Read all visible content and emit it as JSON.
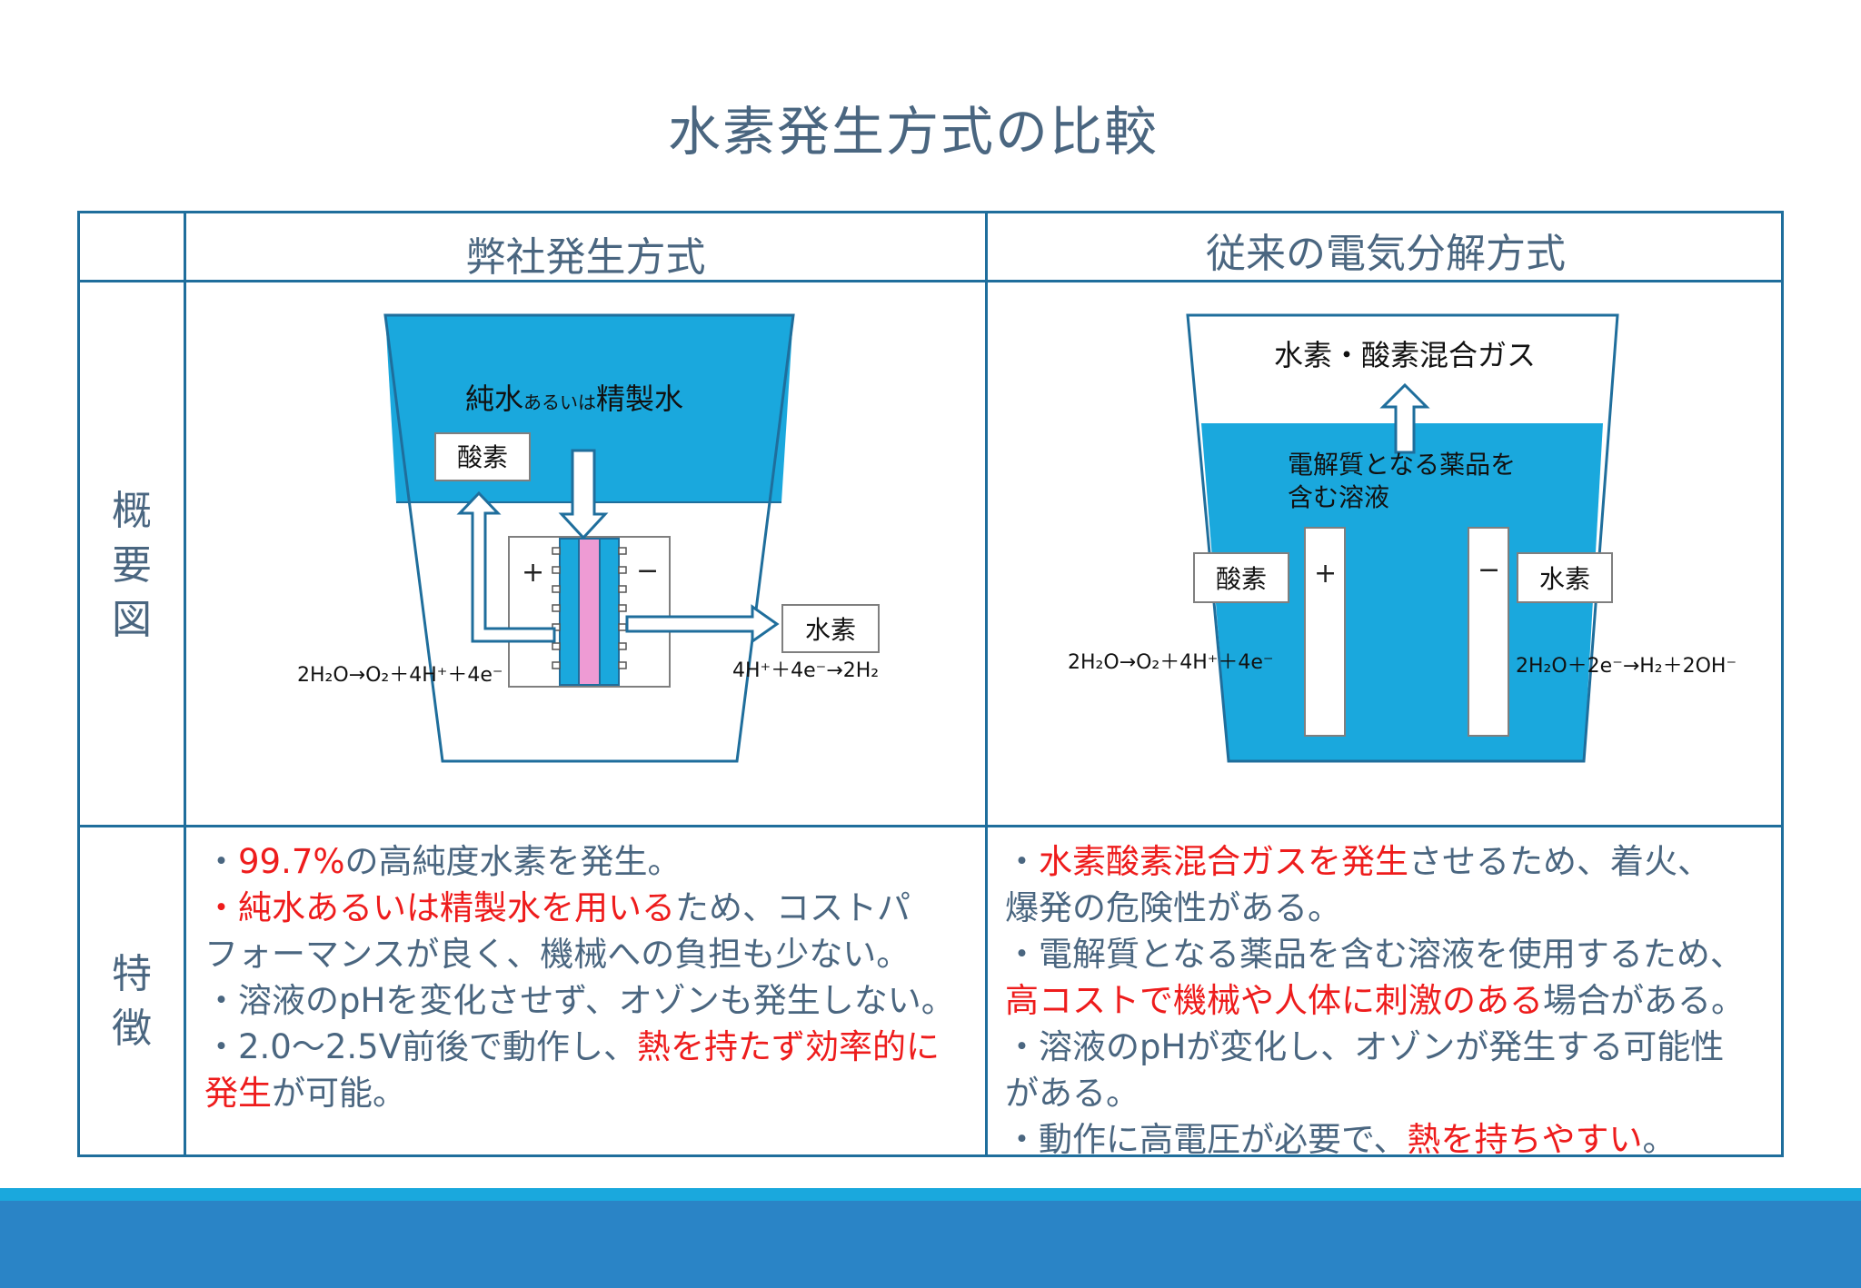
{
  "title": "水素発生方式の比較",
  "table": {
    "col_our": "弊社発生方式",
    "col_conventional": "従来の電気分解方式",
    "row_diagram": "概要図",
    "row_features": "特徴"
  },
  "diagram_left": {
    "water_label_a": "純水",
    "water_label_b": "あるいは",
    "water_label_c": "精製水",
    "oxygen": "酸素",
    "hydrogen": "水素",
    "plus": "+",
    "minus": "−",
    "eq_left": "2H₂O→O₂＋4H⁺＋4e⁻",
    "eq_right": "4H⁺＋4e⁻→2H₂"
  },
  "diagram_right": {
    "gas": "水素・酸素混合ガス",
    "solution_1": "電解質となる薬品を",
    "solution_2": "含む溶液",
    "oxygen": "酸素",
    "hydrogen": "水素",
    "plus": "+",
    "minus": "−",
    "eq_left": "2H₂O→O₂＋4H⁺＋4e⁻",
    "eq_right": "2H₂O＋2e⁻→H₂＋2OH⁻"
  },
  "features_left": {
    "l1a": "・",
    "l1b": "99.7%",
    "l1c": "の高純度水素を発生。",
    "l2a": "・純水あるいは精製水を用いる",
    "l2b": "ため、コストパ",
    "l3": "フォーマンスが良く、機械への負担も少ない。",
    "l4": "・溶液のpHを変化させず、オゾンも発生しない。",
    "l5a": "・2.0〜2.5V前後で動作し、",
    "l5b": "熱を持たず効率的に",
    "l6a": "発生",
    "l6b": "が可能。"
  },
  "features_right": {
    "l1a": "・",
    "l1b": "水素酸素混合ガスを発生",
    "l1c": "させるため、着火、",
    "l2": "爆発の危険性がある。",
    "l3": "・電解質となる薬品を含む溶液を使用するため、",
    "l4a": "高コストで機械や人体に刺激のある",
    "l4b": "場合がある。",
    "l5": "・溶液のpHが変化し、オゾンが発生する可能性",
    "l6": "がある。",
    "l7a": "・動作に高電圧が必要で、",
    "l7b": "熱を持ちやすい",
    "l7c": "。"
  },
  "colors": {
    "water": "#1aa8dd",
    "membrane": "#ee9bd4",
    "border": "#1f6e9c",
    "text": "#4a6680",
    "highlight": "#ee1c1c"
  }
}
